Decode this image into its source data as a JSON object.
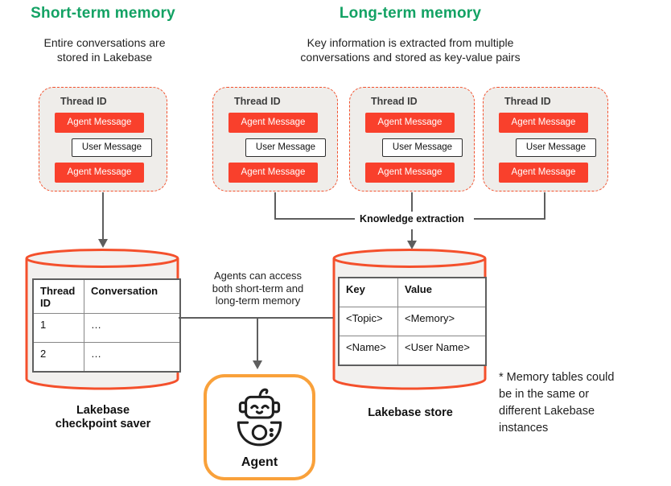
{
  "palette": {
    "green": "#13A264",
    "message_red": "#F9402C",
    "border_red": "#F4502C",
    "agent_orange": "#F9A13B",
    "card_bg": "#EFEDEA",
    "cylinder_bg": "#F2F0EE",
    "line_gray": "#5E5E5E"
  },
  "short_term": {
    "title": "Short-term memory",
    "subtitle": "Entire conversations are\nstored in Lakebase"
  },
  "long_term": {
    "title": "Long-term memory",
    "subtitle": "Key information is extracted from multiple\nconversations and stored as key-value pairs"
  },
  "thread_card": {
    "title": "Thread ID",
    "messages": [
      {
        "label": "Agent Message",
        "sender": "agent"
      },
      {
        "label": "User Message",
        "sender": "user"
      },
      {
        "label": "Agent Message",
        "sender": "agent"
      }
    ]
  },
  "connectors": {
    "knowledge_extraction_label": "Knowledge extraction",
    "access_note": "Agents can access\nboth short-term and\nlong-term memory"
  },
  "checkpoint_db": {
    "caption": "Lakebase\ncheckpoint saver",
    "table": {
      "headers": [
        "Thread ID",
        "Conversation"
      ],
      "rows": [
        [
          "1",
          "…"
        ],
        [
          "2",
          "…"
        ]
      ]
    }
  },
  "store_db": {
    "caption": "Lakebase store",
    "table": {
      "headers": [
        "Key",
        "Value"
      ],
      "rows": [
        [
          "<Topic>",
          "<Memory>"
        ],
        [
          "<Name>",
          "<User Name>"
        ]
      ]
    }
  },
  "agent": {
    "label": "Agent"
  },
  "footnote": "* Memory tables could\nbe in the same or\ndifferent Lakebase\ninstances"
}
